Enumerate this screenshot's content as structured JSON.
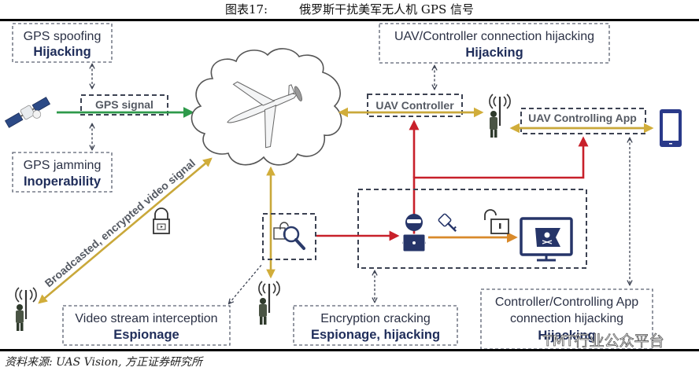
{
  "figure": {
    "number": "图表17:",
    "title": "俄罗斯干扰美军无人机 GPS 信号",
    "source": "资料来源: UAS Vision, 方正证券研究所"
  },
  "threats": {
    "gps_spoofing": {
      "attack": "GPS spoofing",
      "impact": "Hijacking"
    },
    "gps_jamming": {
      "attack": "GPS jamming",
      "impact": "Inoperability"
    },
    "controller_hijack": {
      "attack": "UAV/Controller connection hijacking",
      "impact": "Hijacking"
    },
    "video_interception": {
      "attack": "Video stream interception",
      "impact": "Espionage"
    },
    "encryption_cracking": {
      "attack": "Encryption cracking",
      "impact": "Espionage, hijacking"
    },
    "app_hijack": {
      "attack_line1": "Controller/Controlling App",
      "attack_line2": "connection hijacking",
      "impact": "Hijacking"
    }
  },
  "components": {
    "gps_signal": "GPS signal",
    "uav_controller": "UAV Controller",
    "uav_app": "UAV Controlling App"
  },
  "links": {
    "video_signal": "Broadcasted, encrypted video signal"
  },
  "icons": {
    "satellite": "satellite-icon",
    "drone": "drone-icon",
    "cloud": "cloud-icon",
    "antenna_operator": "antenna-operator-icon",
    "tablet": "tablet-icon",
    "hacker": "hacker-icon",
    "key": "key-icon",
    "padlock": "padlock-icon",
    "pirate_monitor": "pirate-monitor-icon",
    "magnifier": "magnifier-icon"
  },
  "colors": {
    "gps_link": "#2e9a4a",
    "data_link": "#c9a83a",
    "attack_link": "#c8202a",
    "compromise_link": "#d98a2b",
    "box_dash": "#3c4252",
    "navy": "#27357a"
  },
  "watermark": "TMT行业公众平台"
}
